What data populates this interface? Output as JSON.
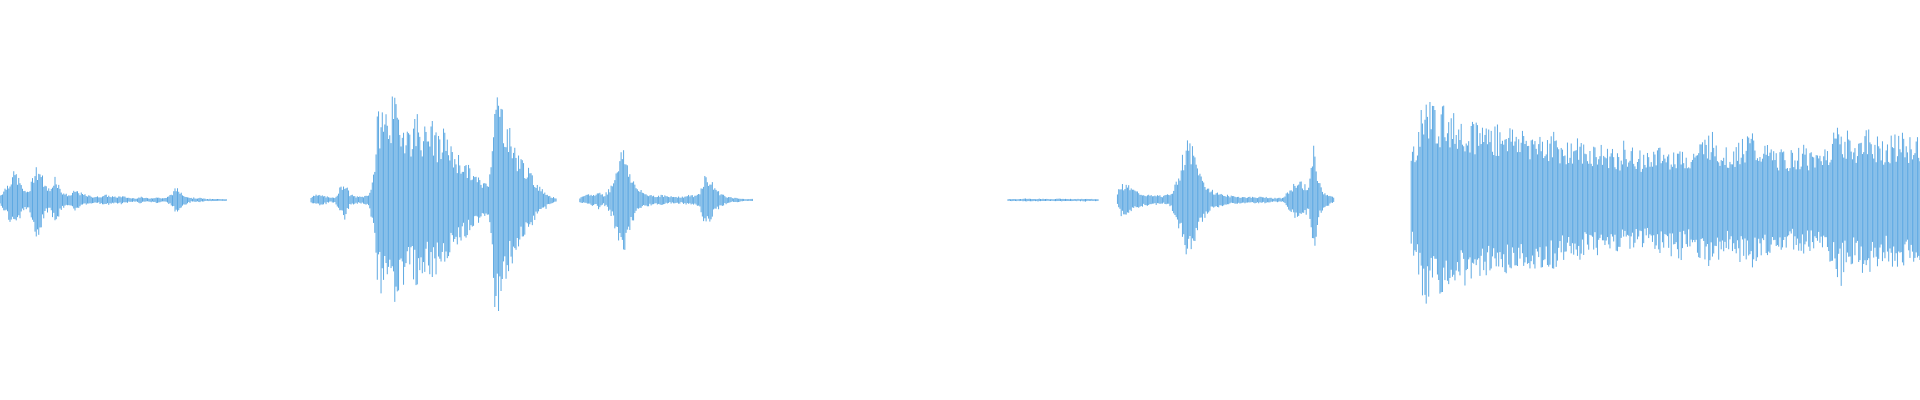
{
  "waveform": {
    "color": "#5EA9E2",
    "background": "#FFFFFF",
    "duration_fraction_segments": [
      {
        "start": 0.0,
        "end": 0.118,
        "peaks": [
          0.05,
          0.12,
          0.2,
          0.28,
          0.18,
          0.08,
          0.12,
          0.34,
          0.3,
          0.14,
          0.1,
          0.26,
          0.1,
          0.06,
          0.05,
          0.1,
          0.07,
          0.05,
          0.04,
          0.03,
          0.04,
          0.05,
          0.04,
          0.03,
          0.04,
          0.03,
          0.02,
          0.02,
          0.03,
          0.02,
          0.02,
          0.03,
          0.02,
          0.02,
          0.06,
          0.12,
          0.08,
          0.04,
          0.02,
          0.02,
          0.02,
          0.01,
          0.01,
          0.01,
          0.01,
          0.01
        ]
      },
      {
        "start": 0.162,
        "end": 0.29,
        "peaks": [
          0.03,
          0.05,
          0.05,
          0.04,
          0.02,
          0.03,
          0.12,
          0.18,
          0.06,
          0.04,
          0.03,
          0.04,
          0.05,
          0.28,
          0.8,
          0.9,
          0.82,
          0.96,
          0.85,
          0.78,
          0.72,
          0.68,
          0.84,
          0.7,
          0.66,
          0.74,
          0.6,
          0.55,
          0.64,
          0.5,
          0.45,
          0.4,
          0.35,
          0.3,
          0.24,
          0.2,
          0.16,
          0.22,
          0.98,
          1.0,
          0.86,
          0.7,
          0.55,
          0.44,
          0.38,
          0.3,
          0.22,
          0.16,
          0.1,
          0.06,
          0.03,
          0.02
        ]
      },
      {
        "start": 0.302,
        "end": 0.392,
        "peaks": [
          0.02,
          0.04,
          0.06,
          0.05,
          0.08,
          0.05,
          0.1,
          0.2,
          0.42,
          0.5,
          0.36,
          0.2,
          0.12,
          0.08,
          0.06,
          0.05,
          0.04,
          0.05,
          0.04,
          0.03,
          0.04,
          0.03,
          0.04,
          0.05,
          0.04,
          0.08,
          0.24,
          0.2,
          0.14,
          0.08,
          0.05,
          0.03,
          0.02,
          0.02,
          0.01,
          0.01,
          0.01
        ]
      },
      {
        "start": 0.525,
        "end": 0.572,
        "peaks": [
          0.01,
          0.01,
          0.01,
          0.015,
          0.01,
          0.015,
          0.01,
          0.01,
          0.015,
          0.01,
          0.01,
          0.01,
          0.015,
          0.01,
          0.01
        ]
      },
      {
        "start": 0.582,
        "end": 0.695,
        "peaks": [
          0.06,
          0.16,
          0.14,
          0.1,
          0.08,
          0.06,
          0.05,
          0.04,
          0.05,
          0.04,
          0.06,
          0.12,
          0.28,
          0.52,
          0.56,
          0.42,
          0.26,
          0.16,
          0.1,
          0.08,
          0.06,
          0.05,
          0.04,
          0.04,
          0.03,
          0.03,
          0.03,
          0.03,
          0.03,
          0.03,
          0.02,
          0.02,
          0.02,
          0.08,
          0.14,
          0.2,
          0.16,
          0.12,
          0.5,
          0.18,
          0.08,
          0.05,
          0.02
        ]
      },
      {
        "start": 0.735,
        "end": 1.0,
        "peaks": [
          0.45,
          0.62,
          0.88,
          0.96,
          0.9,
          0.84,
          0.86,
          0.8,
          0.78,
          0.8,
          0.76,
          0.74,
          0.72,
          0.74,
          0.7,
          0.68,
          0.72,
          0.7,
          0.66,
          0.68,
          0.66,
          0.64,
          0.66,
          0.62,
          0.6,
          0.62,
          0.58,
          0.56,
          0.55,
          0.56,
          0.52,
          0.5,
          0.52,
          0.5,
          0.48,
          0.5,
          0.47,
          0.46,
          0.48,
          0.47,
          0.45,
          0.44,
          0.46,
          0.48,
          0.47,
          0.46,
          0.48,
          0.5,
          0.46,
          0.44,
          0.5,
          0.56,
          0.64,
          0.6,
          0.52,
          0.48,
          0.5,
          0.54,
          0.58,
          0.62,
          0.56,
          0.52,
          0.5,
          0.48,
          0.46,
          0.45,
          0.44,
          0.46,
          0.48,
          0.5,
          0.46,
          0.44,
          0.5,
          0.56,
          0.66,
          0.72,
          0.64,
          0.58,
          0.56,
          0.6,
          0.66,
          0.62,
          0.58,
          0.54,
          0.58,
          0.62,
          0.6,
          0.56,
          0.58,
          0.6
        ]
      }
    ]
  }
}
